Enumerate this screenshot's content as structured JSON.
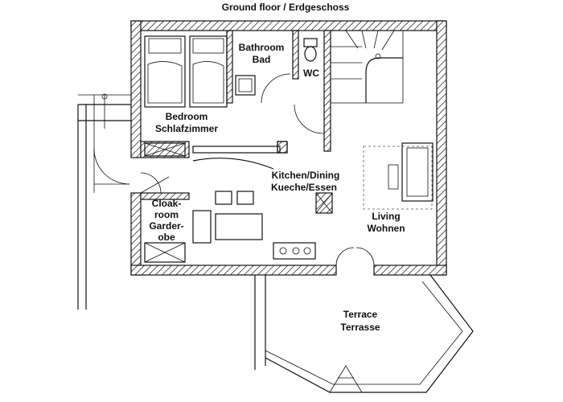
{
  "title": "Ground floor / Erdgeschoss",
  "rooms": {
    "bathroom": {
      "en": "Bathroom",
      "de": "Bad"
    },
    "wc": {
      "en": "WC"
    },
    "bedroom": {
      "en": "Bedroom",
      "de": "Schlafzimmer"
    },
    "kitchen": {
      "en": "Kitchen/Dining",
      "de": "Kueche/Essen"
    },
    "cloakroom": {
      "en": "Cloak-",
      "en2": "room",
      "de": "Garder-",
      "de2": "obe"
    },
    "living": {
      "en": "Living",
      "de": "Wohnen"
    },
    "terrace": {
      "en": "Terrace",
      "de": "Terrasse"
    }
  }
}
